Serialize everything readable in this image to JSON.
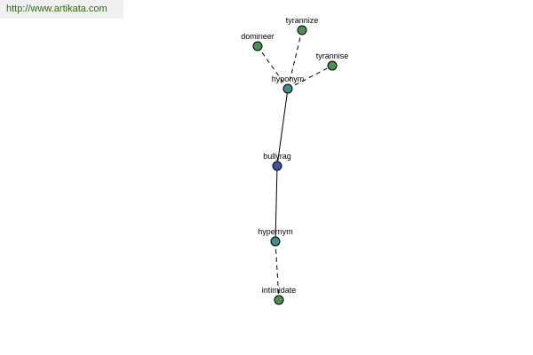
{
  "watermark": {
    "text": "http://www.artikata.com"
  },
  "colors": {
    "leaf": "#4f8f4f",
    "relation": "#3f8f8f",
    "root": "#3f4f9f"
  },
  "graph": {
    "nodes": [
      {
        "id": "bullyrag",
        "label": "bullyrag",
        "kind": "root"
      },
      {
        "id": "hyponym",
        "label": "hyponym",
        "kind": "relation"
      },
      {
        "id": "hypernym",
        "label": "hypernym",
        "kind": "relation"
      },
      {
        "id": "domineer",
        "label": "domineer",
        "kind": "leaf"
      },
      {
        "id": "tyrannize",
        "label": "tyrannize",
        "kind": "leaf"
      },
      {
        "id": "tyrannise",
        "label": "tyrannise",
        "kind": "leaf"
      },
      {
        "id": "intimidate",
        "label": "intimidate",
        "kind": "leaf"
      }
    ],
    "edges": [
      {
        "from": "bullyrag",
        "to": "hyponym",
        "style": "solid"
      },
      {
        "from": "bullyrag",
        "to": "hypernym",
        "style": "solid"
      },
      {
        "from": "hyponym",
        "to": "domineer",
        "style": "dashed"
      },
      {
        "from": "hyponym",
        "to": "tyrannize",
        "style": "dashed"
      },
      {
        "from": "hyponym",
        "to": "tyrannise",
        "style": "dashed"
      },
      {
        "from": "hypernym",
        "to": "intimidate",
        "style": "dashed"
      }
    ]
  }
}
